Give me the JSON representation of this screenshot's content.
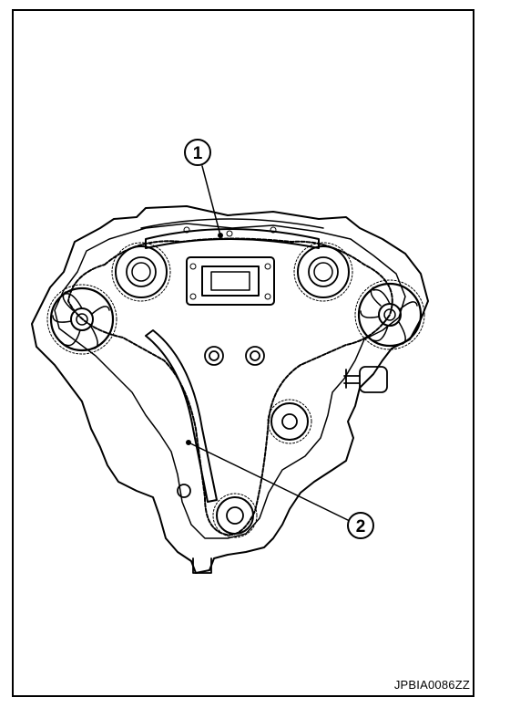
{
  "figure": {
    "code": "JPBIA0086ZZ",
    "callouts": [
      {
        "id": "callout-1",
        "label": "1"
      },
      {
        "id": "callout-2",
        "label": "2"
      }
    ]
  },
  "colors": {
    "line": "#000000",
    "background": "#ffffff"
  }
}
